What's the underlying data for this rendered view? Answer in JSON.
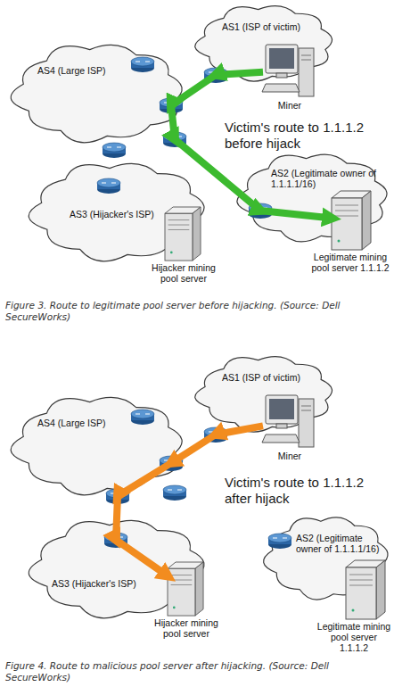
{
  "diagram": {
    "nodes": [
      {
        "text": [
          "AS1 (ISP of victim)"
        ]
      },
      {
        "text": [
          "Miner"
        ],
        "in": 0
      },
      {
        "text": [
          "AS4 (Large ISP)"
        ]
      },
      {
        "text": [
          "AS3 (Hijacker's ISP)"
        ]
      },
      {
        "text": [
          "Hijacker mining pool server"
        ],
        "in": 3
      },
      {
        "text": [
          "AS2 (Legitimate owner of 1.1.1.1/16)"
        ]
      },
      {
        "text": [
          "Legitimate mining pool server 1.1.1.2"
        ],
        "in": 5
      },
      {
        "text": [
          "AS1 (ISP of victim)"
        ]
      },
      {
        "text": [
          "Miner"
        ],
        "in": 7
      },
      {
        "text": [
          "AS4 (Large ISP)"
        ]
      },
      {
        "text": [
          "AS3 (Hijacker's ISP)"
        ]
      },
      {
        "text": [
          "Hijacker mining pool server"
        ],
        "in": 10
      },
      {
        "text": [
          "AS2 (Legitimate owner of 1.1.1.1/16)"
        ]
      },
      {
        "text": [
          "Legitimate mining pool server 1.1.1.2"
        ],
        "in": 12
      }
    ],
    "edges": [
      {
        "from": 1,
        "to": 6,
        "arrow": "to"
      },
      {
        "from": 8,
        "to": 11,
        "arrow": "to"
      }
    ],
    "labels": [
      "Victim's route to 1.1.1.2 before hijack",
      "Figure 3. Route to legitimate pool server before hijacking. (Source: Dell SecureWorks)",
      "Victim's route to 1.1.1.2 after hijack",
      "Figure 4. Route to malicious pool server after hijacking. (Source: Dell SecureWorks)"
    ]
  }
}
